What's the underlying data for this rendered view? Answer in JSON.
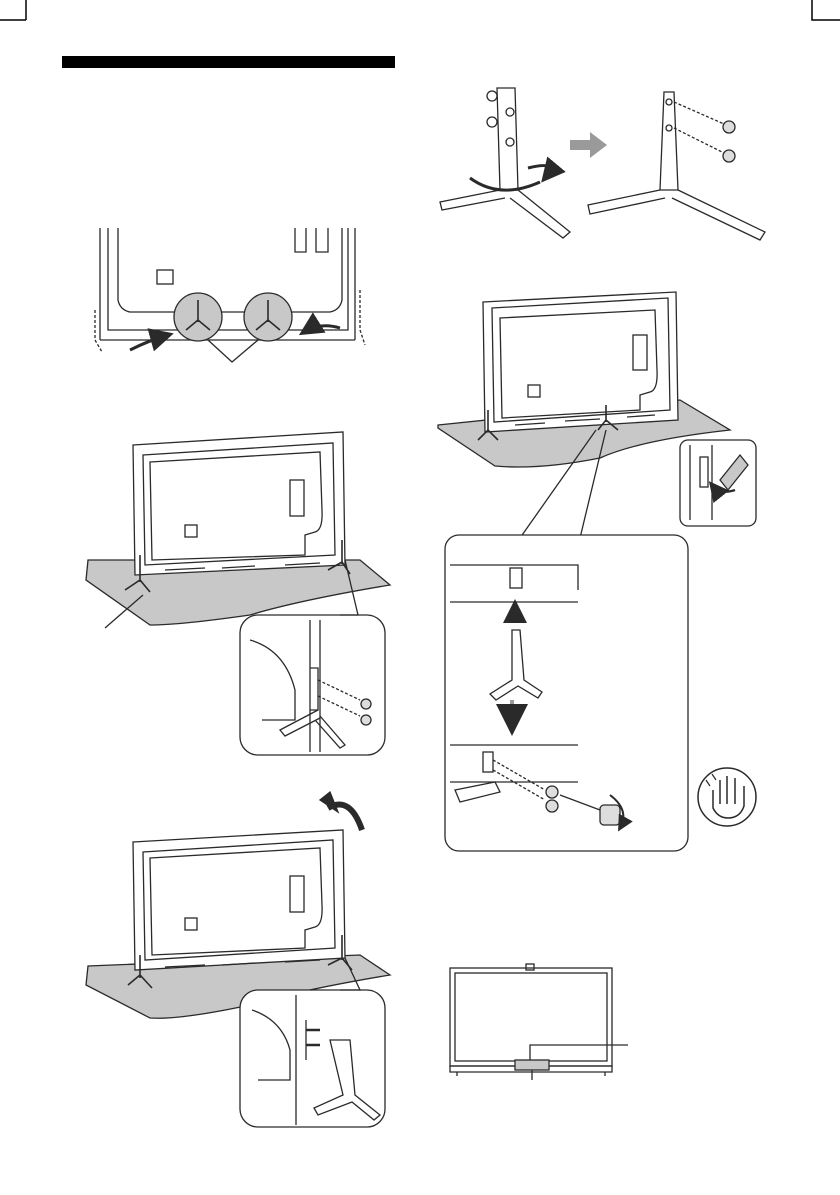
{
  "page": {
    "background": "#ffffff",
    "line_color": "#2a2a2a",
    "gray_fill": "#c8c8c8",
    "arrow_color": "#9a9a9a"
  },
  "header": {
    "bar_color": "#000000"
  },
  "illustrations": {
    "stand_to_screws": {
      "icon": "stand-rotate-then-screws"
    },
    "tv_back_with_stand_locations": {
      "icon": "tv-back-stand-locations"
    },
    "tv_on_table_attach_stand": {
      "icon": "tv-on-table-with-stand"
    },
    "tv_on_table_tilt_back": {
      "icon": "tv-tilt-back"
    },
    "tv_on_table_stand_detail": {
      "icon": "stand-detail-callout"
    },
    "caution_hand": {
      "icon": "caution-hand-icon"
    },
    "tv_front_view": {
      "icon": "tv-front-with-pointer-lines"
    }
  }
}
